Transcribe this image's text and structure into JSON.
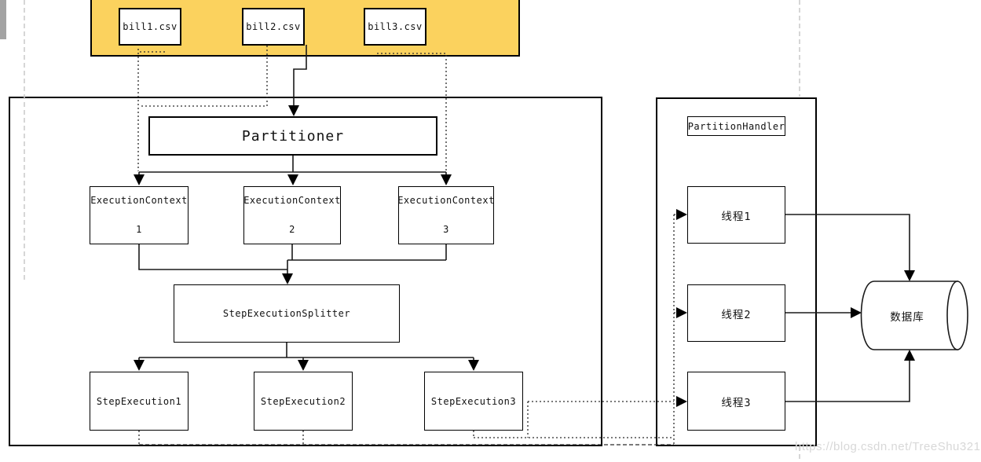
{
  "colors": {
    "band_fill": "#fbd25e",
    "line": "#1a1a1a",
    "guide": "#c9c9c9",
    "watermark_text": "#d8d8d8"
  },
  "band": {
    "files": [
      {
        "label": "bill1.csv"
      },
      {
        "label": "bill2.csv"
      },
      {
        "label": "bill3.csv"
      }
    ]
  },
  "left_panel": {
    "partitioner": "Partitioner",
    "contexts": [
      {
        "line1": "ExecutionContext",
        "line2": "1"
      },
      {
        "line1": "ExecutionContext",
        "line2": "2"
      },
      {
        "line1": "ExecutionContext",
        "line2": "3"
      }
    ],
    "splitter": "StepExecutionSplitter",
    "steps": [
      {
        "label": "StepExecution1"
      },
      {
        "label": "StepExecution2"
      },
      {
        "label": "StepExecution3"
      }
    ]
  },
  "right_panel": {
    "handler": "PartitionHandler",
    "threads": [
      {
        "label": "线程1"
      },
      {
        "label": "线程2"
      },
      {
        "label": "线程3"
      }
    ]
  },
  "database": {
    "label": "数据库"
  },
  "watermark": {
    "text": "https://blog.csdn.net/TreeShu321"
  }
}
